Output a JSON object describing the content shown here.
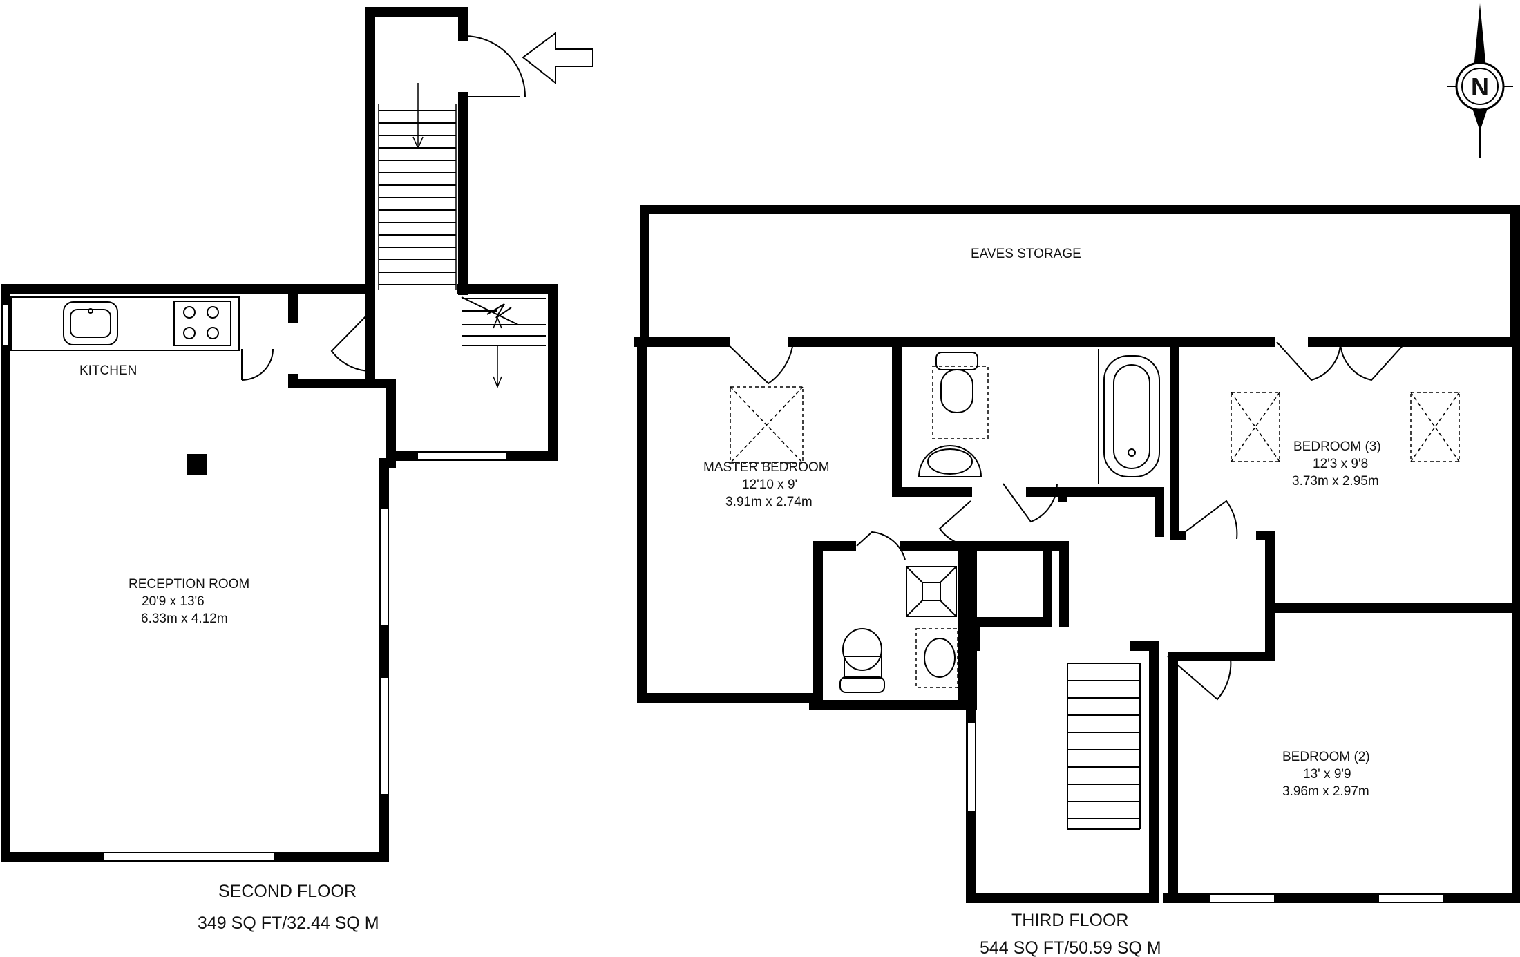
{
  "second_floor": {
    "title": "SECOND FLOOR",
    "area": "349 SQ FT/32.44 SQ M",
    "kitchen": {
      "name": "KITCHEN"
    },
    "reception_room": {
      "name": "RECEPTION ROOM",
      "imperial": "20'9 x 13'6",
      "metric": "6.33m x 4.12m"
    }
  },
  "third_floor": {
    "title": "THIRD FLOOR",
    "area": "544 SQ FT/50.59 SQ M",
    "eaves_storage": {
      "name": "EAVES STORAGE"
    },
    "master_bedroom": {
      "name": "MASTER BEDROOM",
      "imperial": "12'10 x 9'",
      "metric": "3.91m x 2.74m"
    },
    "bedroom_3": {
      "name": "BEDROOM (3)",
      "imperial": "12'3 x 9'8",
      "metric": "3.73m x 2.95m"
    },
    "bedroom_2": {
      "name": "BEDROOM (2)",
      "imperial": "13' x 9'9",
      "metric": "3.96m x 2.97m"
    }
  },
  "compass": {
    "direction": "N",
    "icon": "north-arrow-icon"
  },
  "entrance": {
    "icon": "entrance-arrow-icon"
  }
}
